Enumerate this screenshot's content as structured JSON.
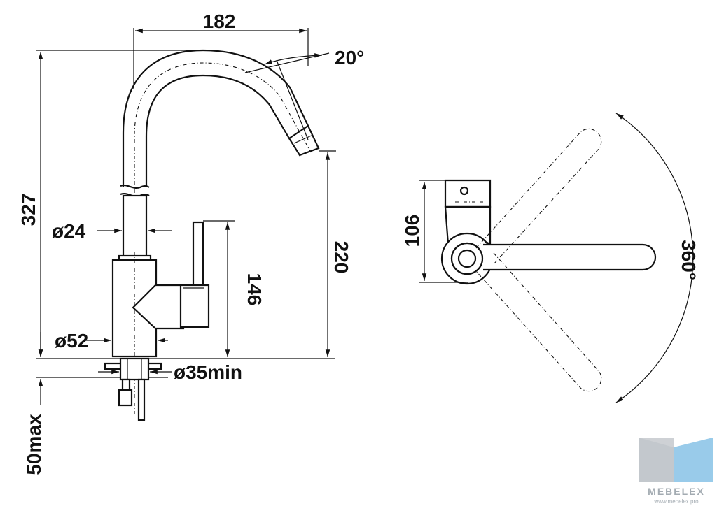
{
  "dimensions": {
    "width_top": "182",
    "angle": "20°",
    "height_total": "327",
    "pipe_diameter": "ø24",
    "lever_height": "146",
    "spout_height": "220",
    "base_diameter": "ø52",
    "hole_diameter": "ø35min",
    "counter_thickness": "50max",
    "plan_width": "106",
    "rotation": "360°"
  },
  "watermark": {
    "brand": "MEBELEX",
    "url": "www.mebelex.pro",
    "colors": {
      "blue": "#8ec6e8",
      "grey": "#c9cdd1"
    }
  }
}
